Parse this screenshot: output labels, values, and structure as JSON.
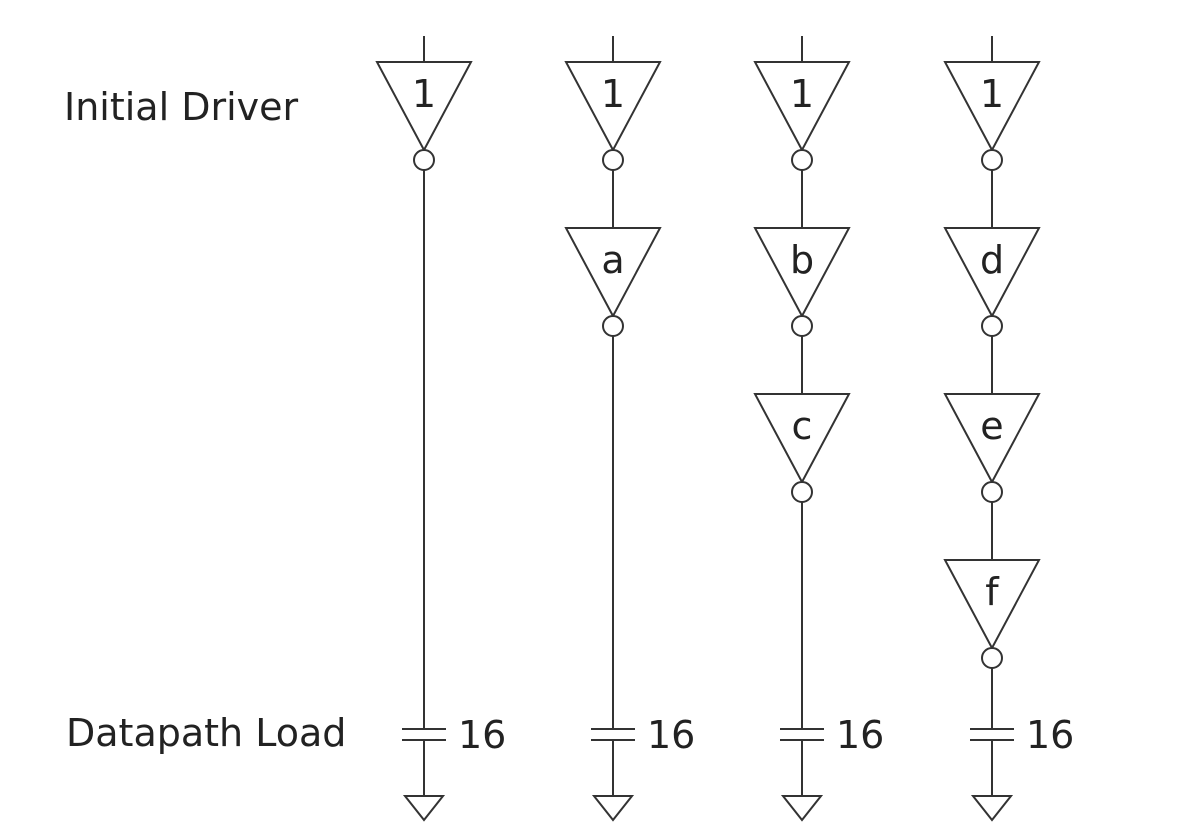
{
  "labels": {
    "initial_driver": "Initial Driver",
    "datapath_load": "Datapath Load"
  },
  "colors": {
    "stroke": "#333333",
    "text": "#222222",
    "background": "#ffffff"
  },
  "columns": [
    {
      "stages": [
        "1"
      ],
      "load": "16"
    },
    {
      "stages": [
        "1",
        "a"
      ],
      "load": "16"
    },
    {
      "stages": [
        "1",
        "b",
        "c"
      ],
      "load": "16"
    },
    {
      "stages": [
        "1",
        "d",
        "e",
        "f"
      ],
      "load": "16"
    }
  ]
}
